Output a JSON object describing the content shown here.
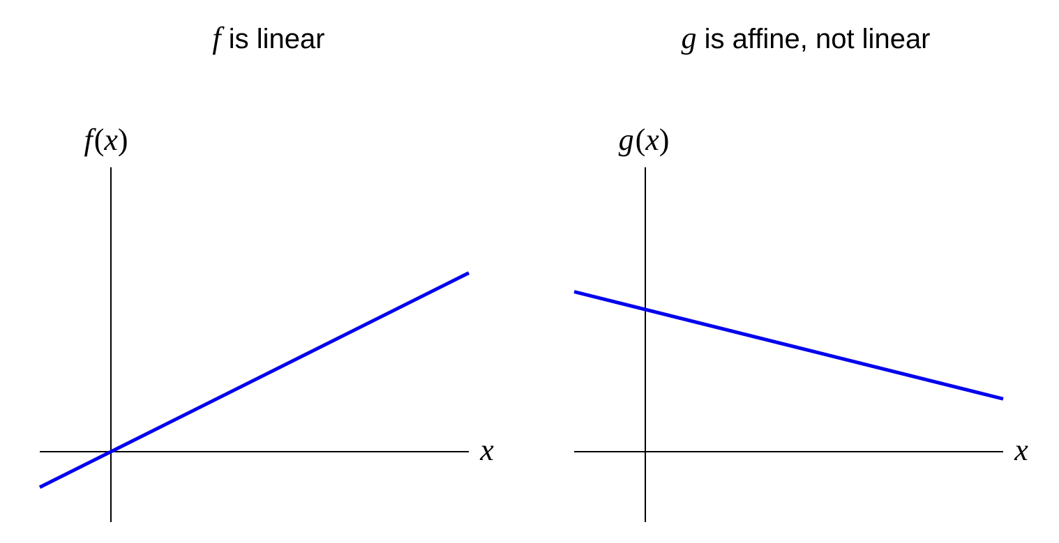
{
  "left_panel": {
    "title": {
      "symbol": "f",
      "text": " is linear"
    },
    "y_axis_label": {
      "fn": "f",
      "open": "(",
      "var": "x",
      "close": ")"
    },
    "x_axis_label": "x",
    "line": {
      "slope": 0.5,
      "intercept": 0,
      "color": "#0000ee"
    }
  },
  "right_panel": {
    "title": {
      "symbol": "g",
      "text": " is affine, not linear"
    },
    "y_axis_label": {
      "fn": "g",
      "open": "(",
      "var": "x",
      "close": ")"
    },
    "x_axis_label": "x",
    "line": {
      "slope": -0.25,
      "intercept": 2,
      "color": "#0000ee"
    }
  },
  "colors": {
    "axis": "#000000",
    "line": "#0000ee"
  }
}
